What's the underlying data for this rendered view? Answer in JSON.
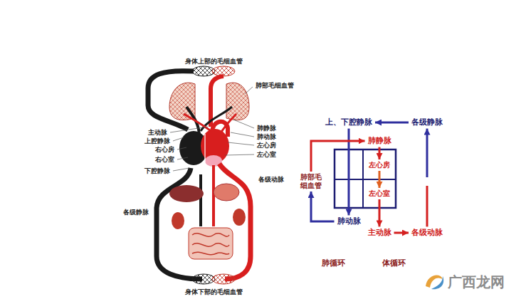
{
  "diagram": {
    "nodes": [
      {
        "text": [
          "上、下腔静脉"
        ]
      },
      {
        "text": [
          "各级静脉"
        ]
      },
      {
        "text": [
          "肺静脉"
        ]
      },
      {
        "text": [
          "左心房"
        ]
      },
      {
        "text": [
          "左心室"
        ]
      },
      {
        "text": [
          "肺部毛细血管"
        ]
      },
      {
        "text": [
          "肺动脉"
        ]
      },
      {
        "text": [
          "主动脉"
        ]
      },
      {
        "text": [
          "各级动脉"
        ]
      }
    ],
    "edges": [
      {
        "from": 1,
        "to": 0,
        "arrow": "to"
      },
      {
        "from": 0,
        "to": 6,
        "arrow": "to"
      },
      {
        "from": 6,
        "to": 5,
        "arrow": "to"
      },
      {
        "from": 5,
        "to": 2,
        "arrow": "to"
      },
      {
        "from": 2,
        "to": 3,
        "arrow": "to"
      },
      {
        "from": 3,
        "to": 4,
        "arrow": "to"
      },
      {
        "from": 4,
        "to": 7,
        "arrow": "to"
      },
      {
        "from": 7,
        "to": 8,
        "arrow": "to"
      },
      {
        "from": 8,
        "to": 1,
        "arrow": "to"
      }
    ],
    "labels": [
      "身体上部的毛细血管",
      "肺部毛细血管",
      "主动脉",
      "上腔静脉",
      "右心房",
      "右心室",
      "下腔静脉",
      "肺静脉",
      "肺动脉",
      "左心房",
      "左心室",
      "各级动脉",
      "各级静脉",
      "身体下部的毛细血管",
      "肺循环",
      "体循环",
      "广西龙网"
    ]
  }
}
